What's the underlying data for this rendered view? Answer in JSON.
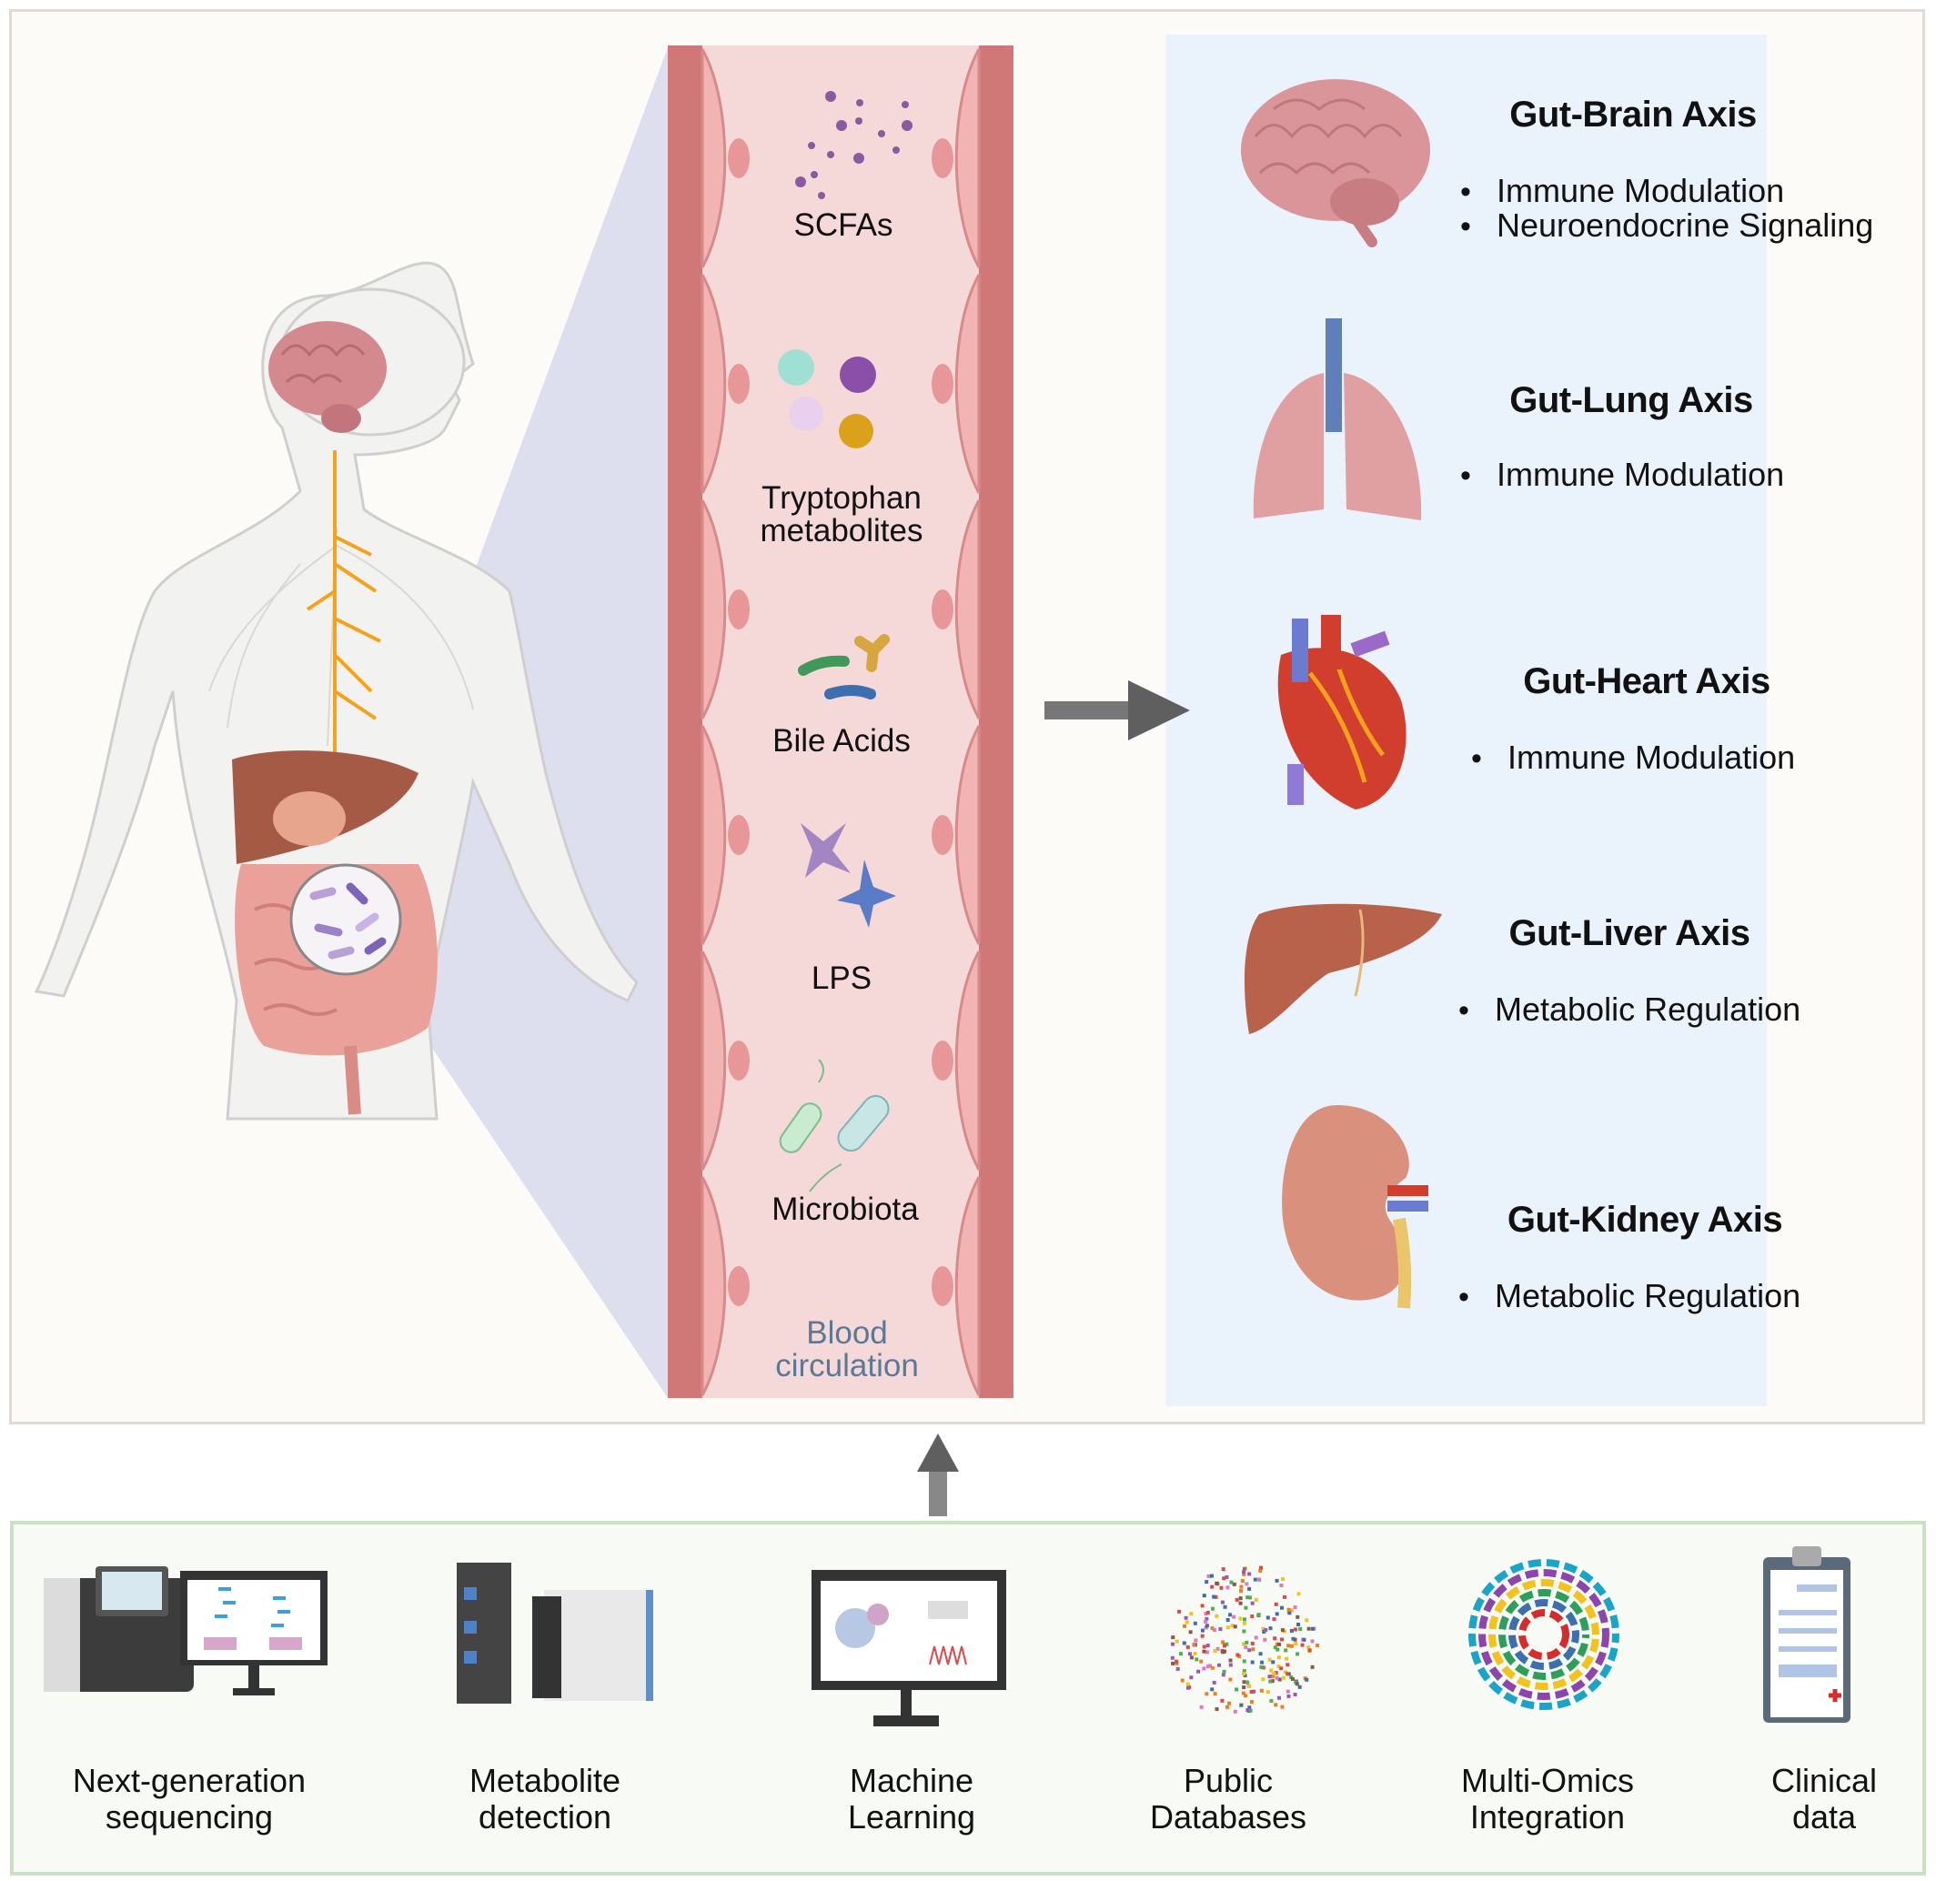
{
  "colors": {
    "vessel_wall": "#d07878",
    "vessel_lumen": "#f5d8d8",
    "axes_panel_bg": "#eaf2fc",
    "bottom_border": "#c9e0c1",
    "arrow": "#5f5f5f",
    "nerve": "#f4a21c",
    "blood_label": "#5b7994"
  },
  "vessel": {
    "labels": {
      "scfas": "SCFAs",
      "tryptophan_1": "Tryptophan",
      "tryptophan_2": "metabolites",
      "bile_acids": "Bile Acids",
      "lps": "LPS",
      "microbiota": "Microbiota",
      "blood_1": "Blood",
      "blood_2": "circulation"
    }
  },
  "axes": [
    {
      "title": "Gut-Brain Axis",
      "icon": "brain-icon",
      "effects": [
        "Immune Modulation",
        "Neuroendocrine Signaling"
      ]
    },
    {
      "title": "Gut-Lung Axis",
      "icon": "lungs-icon",
      "effects": [
        "Immune Modulation"
      ]
    },
    {
      "title": "Gut-Heart Axis",
      "icon": "heart-icon",
      "effects": [
        "Immune Modulation"
      ]
    },
    {
      "title": "Gut-Liver Axis",
      "icon": "liver-icon",
      "effects": [
        "Metabolic  Regulation"
      ]
    },
    {
      "title": "Gut-Kidney Axis",
      "icon": "kidney-icon",
      "effects": [
        "Metabolic  Regulation"
      ]
    }
  ],
  "methods": [
    {
      "line1": "Next-generation",
      "line2": "sequencing",
      "icon": "sequencer-icon"
    },
    {
      "line1": "Metabolite",
      "line2": "detection",
      "icon": "mass-spectrometer-icon"
    },
    {
      "line1": "Machine",
      "line2": "Learning",
      "icon": "monitor-icon"
    },
    {
      "line1": "Public",
      "line2": "Databases",
      "icon": "network-icon"
    },
    {
      "line1": "Multi-Omics",
      "line2": "Integration",
      "icon": "circos-icon"
    },
    {
      "line1": "Clinical",
      "line2": "data",
      "icon": "clipboard-icon"
    }
  ]
}
